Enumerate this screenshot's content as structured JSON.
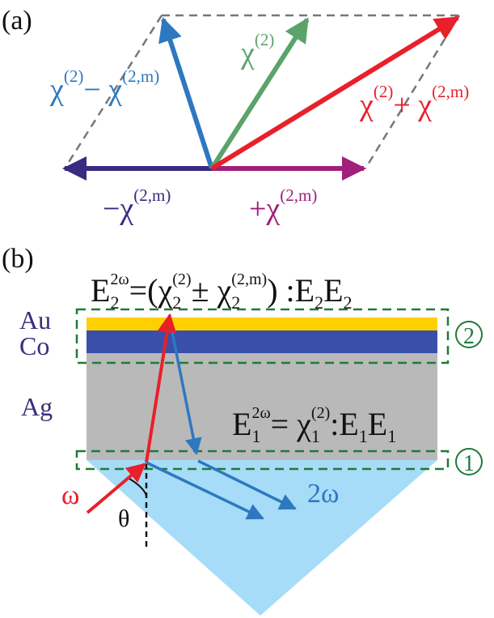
{
  "panel_a": {
    "label": "(a)",
    "vec_diff": {
      "base": "χ",
      "sup1": "(2)",
      "op": "− χ",
      "sup2": "(2,m)"
    },
    "vec_chi2": {
      "base": "χ",
      "sup": "(2)"
    },
    "vec_sum": {
      "base": "χ",
      "sup1": "(2)",
      "op": "+ χ",
      "sup2": "(2,m)"
    },
    "vec_neg": {
      "base": "−χ",
      "sup": "(2,m)"
    },
    "vec_pos": {
      "base": "+χ",
      "sup": "(2,m)"
    }
  },
  "panel_b": {
    "label": "(b)",
    "eq_top": {
      "E": "E",
      "sub_E": "2",
      "sup_E": "2ω",
      "eq_open": "=(χ",
      "sub1": "2",
      "sup1": "(2)",
      "pm": "± χ",
      "sub2": "2",
      "sup2": "(2,m)",
      "tail": ") :E",
      "sub3": "2",
      "E4": "E",
      "sub4": "2"
    },
    "eq_bottom": {
      "E": "E",
      "sub_E": "1",
      "sup_E": "2ω",
      "eq": "= χ",
      "sub1": "1",
      "sup1": "(2)",
      "tail": ":E",
      "sub2": "1",
      "E3": "E",
      "sub3": "1"
    },
    "layers": {
      "au": "Au",
      "co": "Co",
      "ag": "Ag"
    },
    "interface_top": "2",
    "interface_bottom": "1",
    "omega": "ω",
    "two_omega": "2ω",
    "theta": "θ"
  },
  "colors": {
    "blue_arrow": "#2e78c0",
    "green_arrow": "#5aa36a",
    "red_arrow": "#e8202a",
    "purple_arrow": "#3a2a80",
    "magenta_arrow": "#a0207a",
    "gold_layer": "#ffd000",
    "cobalt_layer": "#3a4fa8",
    "silver_layer": "#b9b9b9",
    "prism": "#a6dcf7",
    "frame_green": "#1e7a3a",
    "layer_label": "#3a2f7a"
  }
}
